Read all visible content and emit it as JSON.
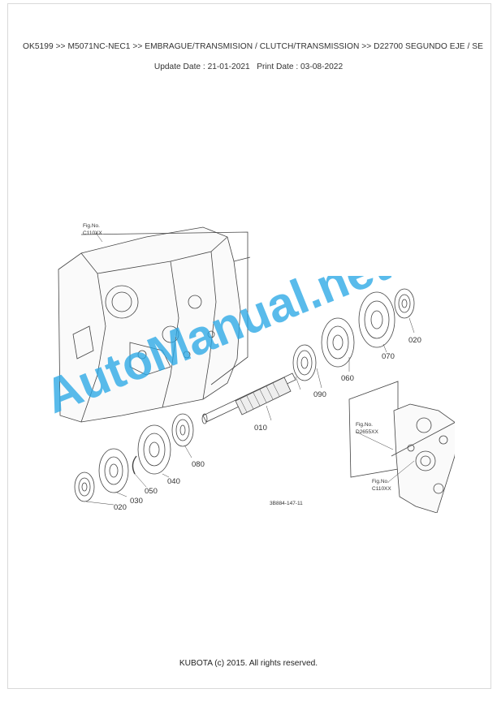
{
  "header": {
    "breadcrumb": "OK5199 >> M5071NC-NEC1 >> EMBRAGUE/TRANSMISION / CLUTCH/TRANSMISSION >> D22700   SEGUNDO EJE / SE",
    "update_date_label": "Update Date :",
    "update_date": "21-01-2021",
    "print_date_label": "Print Date :",
    "print_date": "03-08-2022"
  },
  "diagram": {
    "fig_ref_top": {
      "line1": "Fig.No.",
      "line2": "C110XX"
    },
    "fig_ref_right_upper": {
      "line1": "Fig.No.",
      "line2": "D2655XX"
    },
    "fig_ref_right_lower": {
      "line1": "Fig.No.",
      "line2": "C110XX"
    },
    "part_labels": [
      "010",
      "020",
      "020",
      "030",
      "040",
      "050",
      "060",
      "070",
      "080",
      "090"
    ],
    "drawing_code": "3B884-147-11",
    "colors": {
      "line": "#444444",
      "watermark": "#2aa8e6"
    }
  },
  "watermark": {
    "text": "AutoManual.net"
  },
  "footer": {
    "copyright": "KUBOTA (c) 2015. All rights reserved."
  }
}
